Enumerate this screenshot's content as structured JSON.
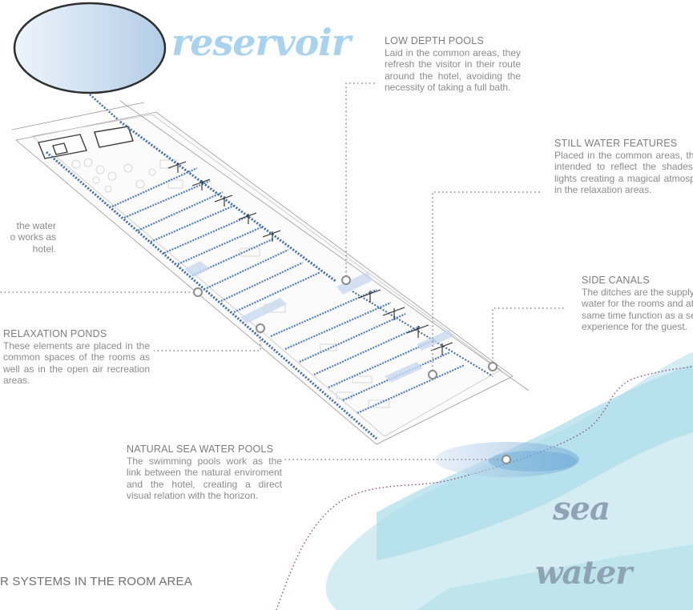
{
  "title_words": {
    "reservoir": "reservoir",
    "sea": "sea",
    "water": "water"
  },
  "notes": {
    "low_depth_pools": {
      "heading": "LOW DEPTH POOLS",
      "text": "Laid in the common areas, they refresh the visitor in their route around the hotel, avoiding the necessity of taking a full bath."
    },
    "still_water_features": {
      "heading": "STILL WATER FEATURES",
      "text": "Placed in the common areas, they're intended to reflect the shades and lights creating a magical atmosphere in the relaxation areas."
    },
    "side_canals": {
      "heading": "SIDE CANALS",
      "text": "The ditches are the supply of the water for the rooms and at the same time function as a sensorial experience for the guest."
    },
    "relaxation_ponds": {
      "heading": "RELAXATION PONDS",
      "text": "These elements are placed in the common spaces of the rooms as well as in the open air recreation areas."
    },
    "natural_sea_water_pools": {
      "heading": "NATURAL SEA WATER POOLS",
      "text": "The swimming pools work as the link between the natural enviroment and the hotel, creating a direct visual relation with the horizon."
    },
    "left_cut": {
      "text": "the water\no works as\nhotel."
    }
  },
  "caption": "R SYSTEMS IN THE ROOM AREA",
  "colors": {
    "reservoir_fill_light": "#e4eef8",
    "reservoir_fill_dark": "#b6cfe8",
    "reservoir_word": "#a9d2ee",
    "sea_fill": "#bfe3ec",
    "sea_word": "#8fa3b6",
    "canal_blue": "#3b6aa6",
    "dotted_leader": "#8c8c8c",
    "coast_dotted": "#8a3f7d"
  }
}
